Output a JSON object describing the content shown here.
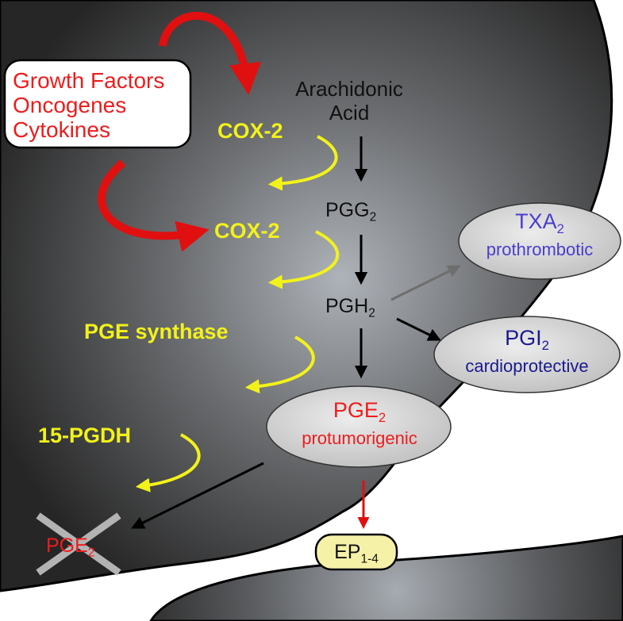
{
  "colors": {
    "cell": "#4a4a4a",
    "cell_highlight": "#a9aeb4",
    "stimulus_arrow": "#e01010",
    "enzyme": "#f2f21a",
    "pathway_arrow": "#000000",
    "minor_arrow": "#6e6e6e",
    "txa2_text": "#4a3ed0",
    "pgi2_text": "#1a1a90",
    "pge2_text": "#ee1c1c",
    "ellipse_fill": "#d6d6d6",
    "receptor_fill": "#f5f2a8"
  },
  "stimuli": {
    "line1": "Growth Factors",
    "line2": "Oncogenes",
    "line3": "Cytokines"
  },
  "enzymes": {
    "cox2_top": "COX-2",
    "cox2_mid": "COX-2",
    "pge_synthase": "PGE synthase",
    "pgdh": "15-PGDH"
  },
  "pathway": {
    "aa_line1": "Arachidonic",
    "aa_line2": "Acid",
    "pgg_base": "PGG",
    "pgg_sub": "2",
    "pgh_base": "PGH",
    "pgh_sub": "2"
  },
  "products": {
    "txa2": {
      "base": "TXA",
      "sub": "2",
      "desc": "prothrombotic"
    },
    "pgi2": {
      "base": "PGI",
      "sub": "2",
      "desc": "cardioprotective"
    },
    "pge2": {
      "base": "PGE",
      "sub": "2",
      "desc": "protumorigenic"
    }
  },
  "degraded": {
    "base": "PGE",
    "sub": "2"
  },
  "receptor": {
    "base": "EP",
    "sub": "1-4"
  }
}
